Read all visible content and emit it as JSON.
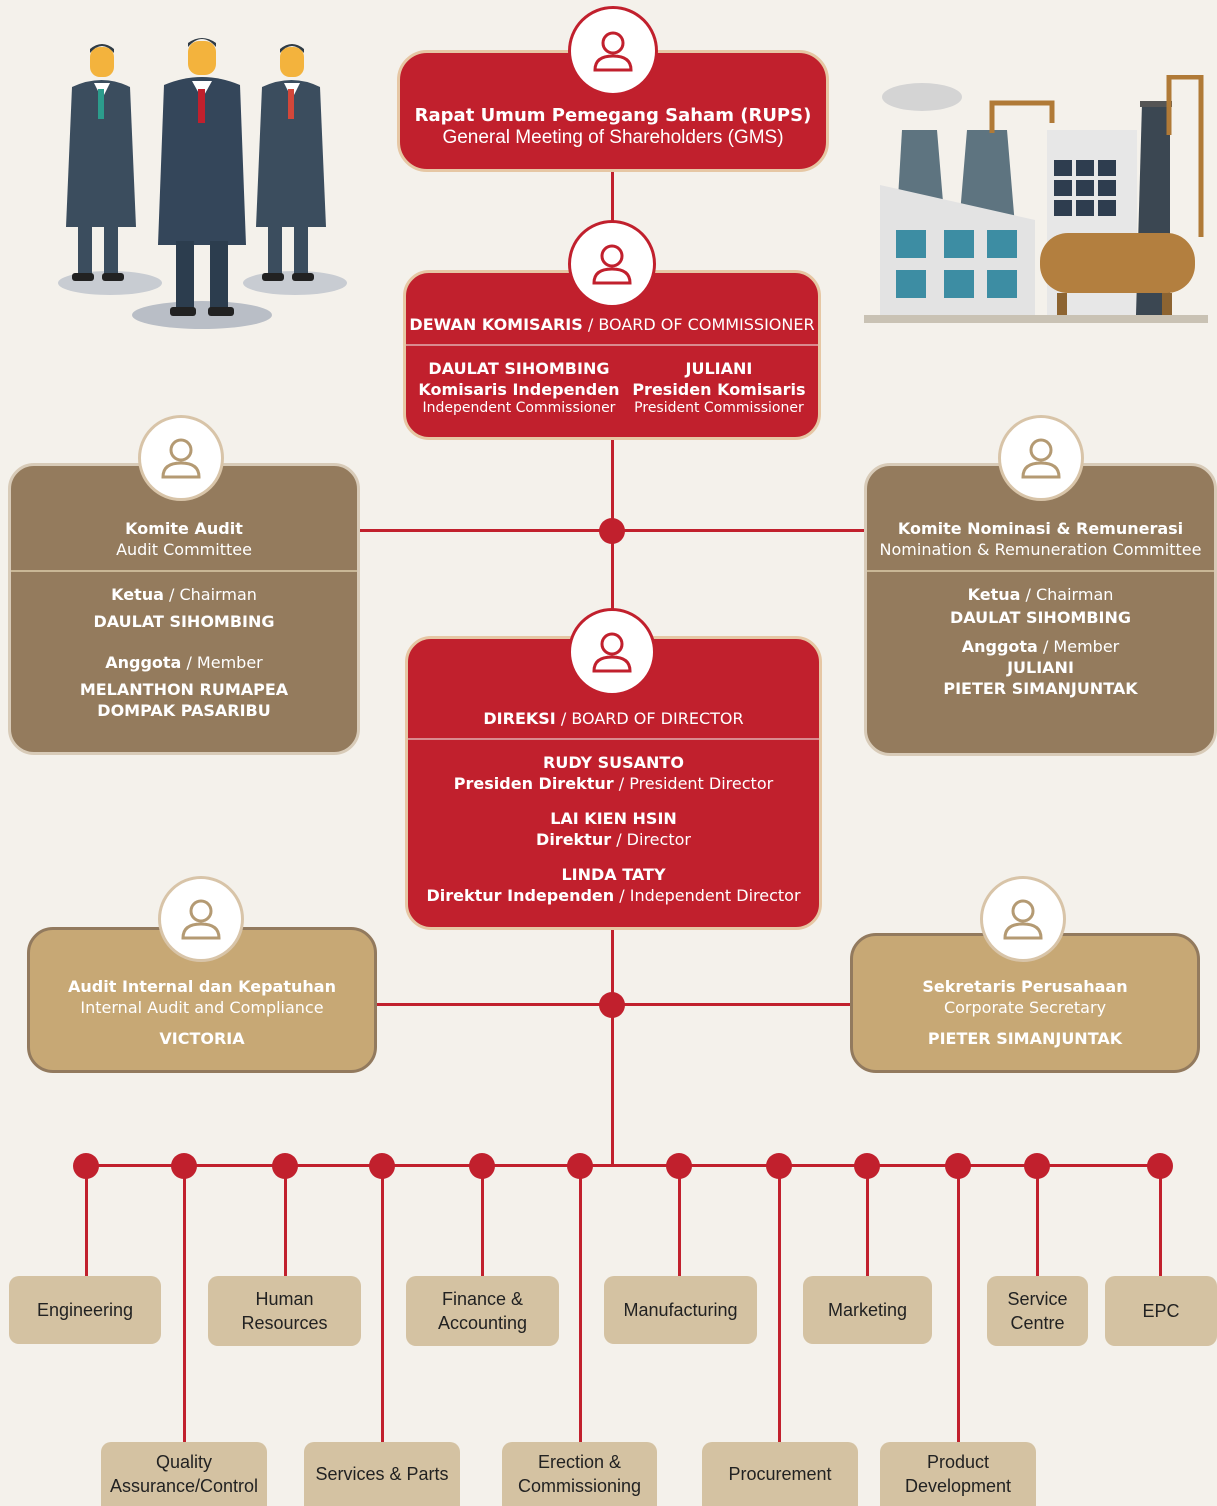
{
  "rups": {
    "title": "Rapat Umum Pemegang Saham (RUPS)",
    "subtitle": "General Meeting of Shareholders (GMS)"
  },
  "board_commissioner": {
    "title_id": "DEWAN KOMISARIS",
    "title_en": "/ BOARD OF COMMISSIONER",
    "members": [
      {
        "name": "DAULAT SIHOMBING",
        "role_id": "Komisaris Independen",
        "role_en": "Independent Commissioner"
      },
      {
        "name": "JULIANI",
        "role_id": "Presiden Komisaris",
        "role_en": "President Commissioner"
      }
    ]
  },
  "audit_committee": {
    "title_id": "Komite Audit",
    "title_en": "Audit Committee",
    "chair_label_id": "Ketua",
    "chair_label_en": "/ Chairman",
    "chair_name": "DAULAT SIHOMBING",
    "member_label_id": "Anggota",
    "member_label_en": "/ Member",
    "members": [
      "MELANTHON RUMAPEA",
      "DOMPAK PASARIBU"
    ]
  },
  "nomination_committee": {
    "title_id": "Komite Nominasi & Remunerasi",
    "title_en": "Nomination & Remuneration Committee",
    "chair_label_id": "Ketua",
    "chair_label_en": "/ Chairman",
    "chair_name": "DAULAT SIHOMBING",
    "member_label_id": "Anggota",
    "member_label_en": "/ Member",
    "members": [
      "JULIANI",
      "PIETER SIMANJUNTAK"
    ]
  },
  "directors": {
    "title_id": "DIREKSI",
    "title_en": "/ BOARD OF DIRECTOR",
    "members": [
      {
        "name": "RUDY SUSANTO",
        "role_id": "Presiden Direktur",
        "role_en": "/ President Director"
      },
      {
        "name": "LAI KIEN HSIN",
        "role_id": "Direktur",
        "role_en": "/ Director"
      },
      {
        "name": "LINDA TATY",
        "role_id": "Direktur Independen",
        "role_en": "/ Independent Director"
      }
    ]
  },
  "internal_audit": {
    "title_id": "Audit Internal dan Kepatuhan",
    "title_en": "Internal Audit and Compliance",
    "name": "VICTORIA"
  },
  "corporate_secretary": {
    "title_id": "Sekretaris Perusahaan",
    "title_en": "Corporate Secretary",
    "name": "PIETER SIMANJUNTAK"
  },
  "departments_top": [
    [
      "Engineering"
    ],
    [
      "Human",
      "Resources"
    ],
    [
      "Finance &",
      "Accounting"
    ],
    [
      "Manufacturing"
    ],
    [
      "Marketing"
    ],
    [
      "Service",
      "Centre"
    ],
    [
      "EPC"
    ]
  ],
  "departments_bottom": [
    [
      "Quality",
      "Assurance/Control"
    ],
    [
      "Services & Parts"
    ],
    [
      "Erection &",
      "Commissioning"
    ],
    [
      "Procurement"
    ],
    [
      "Product",
      "Development"
    ]
  ],
  "colors": {
    "red": "#c1202d",
    "brown": "#947b5d",
    "tan": "#c7a875",
    "dept": "#d4c2a2",
    "background": "#f4f1eb"
  },
  "icons": [
    "person-icon",
    "businessmen-illustration",
    "factory-illustration"
  ]
}
